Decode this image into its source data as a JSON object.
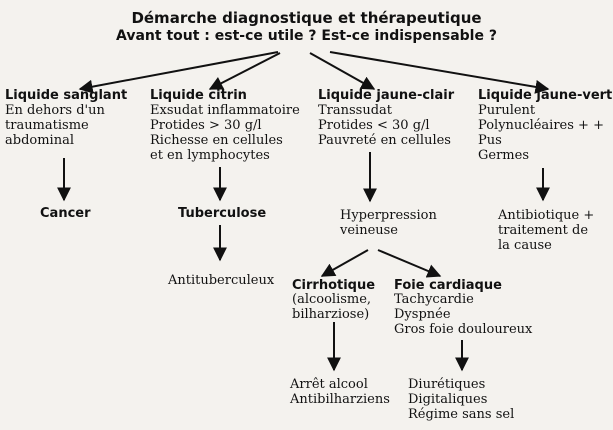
{
  "title": "Démarche diagnostique et thérapeutique",
  "subtitle": "Avant tout : est-ce utile ? Est-ce indispensable ?",
  "columns": {
    "sanglant": {
      "heading": "Liquide sanglant",
      "details": [
        "En dehors d'un",
        "traumatisme",
        "abdominal"
      ],
      "result": "Cancer"
    },
    "citrin": {
      "heading": "Liquide citrin",
      "details": [
        "Exsudat inflammatoire",
        "Protides > 30 g/l",
        "Richesse en cellules",
        "et en lymphocytes"
      ],
      "result": "Tuberculose",
      "treatment": "Antituberculeux"
    },
    "jaune_clair": {
      "heading": "Liquide jaune-clair",
      "details": [
        "Transsudat",
        "Protides < 30 g/l",
        "Pauvreté en cellules"
      ],
      "intermediate": [
        "Hyperpression",
        "veineuse"
      ],
      "cirrhotique": {
        "heading": "Cirrhotique",
        "details": [
          "(alcoolisme,",
          "bilharziose)"
        ],
        "treatment": [
          "Arrêt alcool",
          "Antibilharziens"
        ]
      },
      "foie": {
        "heading": "Foie cardiaque",
        "details": [
          "Tachycardie",
          "Dyspnée",
          "Gros foie douloureux"
        ],
        "treatment": [
          "Diurétiques",
          "Digitaliques",
          "Régime sans sel"
        ]
      }
    },
    "jaune_vert": {
      "heading": "Liquide jaune-vert",
      "details": [
        "Purulent",
        "Polynucléaires + +",
        "Pus",
        "Germes"
      ],
      "treatment": [
        "Antibiotique +",
        "traitement de",
        "la cause"
      ]
    }
  }
}
